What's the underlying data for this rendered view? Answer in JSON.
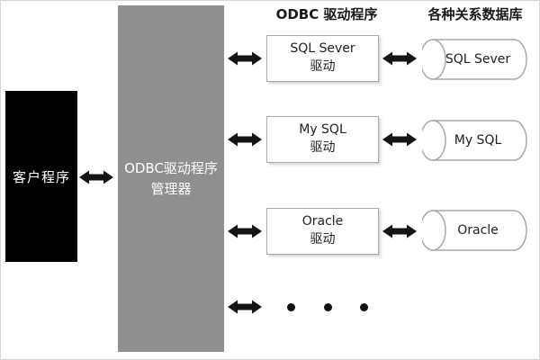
{
  "diagram": {
    "client": {
      "label": "客户程序"
    },
    "manager": {
      "label_line1": "ODBC驱动程序",
      "label_line2": "管理器"
    },
    "headers": {
      "drivers": "ODBC 驱动程序",
      "databases": "各种关系数据库"
    },
    "drivers": [
      {
        "line1": "SQL Sever",
        "line2": "驱动"
      },
      {
        "line1": "My SQL",
        "line2": "驱动"
      },
      {
        "line1": "Oracle",
        "line2": "驱动"
      }
    ],
    "databases": [
      {
        "label": "SQL Sever"
      },
      {
        "label": "My SQL"
      },
      {
        "label": "Oracle"
      }
    ],
    "colors": {
      "client_bg": "#000000",
      "manager_bg": "#8f8f8f",
      "box_border": "#a9a9a9",
      "arrow": "#141414"
    }
  }
}
